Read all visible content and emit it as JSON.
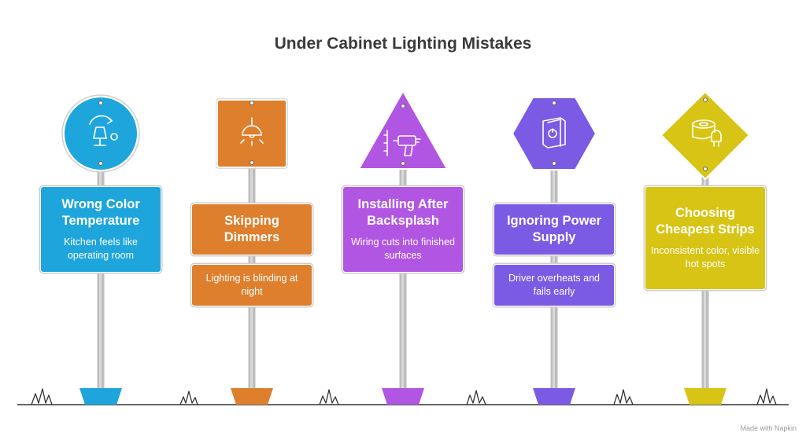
{
  "title": "Under Cabinet Lighting Mistakes",
  "watermark": "Made with Napkin",
  "signs": [
    {
      "heading": "Wrong Color Temperature",
      "description": "Kitchen feels like operating room",
      "color": "#1ea6dc",
      "sign_shape": "circle",
      "icon": "lamp-dial-icon"
    },
    {
      "heading": "Skipping Dimmers",
      "description": "Lighting is blinding at night",
      "color": "#dd7f2c",
      "sign_shape": "square",
      "icon": "pendant-light-icon"
    },
    {
      "heading": "Installing After Backsplash",
      "description": "Wiring cuts into finished surfaces",
      "color": "#b155e3",
      "sign_shape": "triangle",
      "icon": "drill-icon"
    },
    {
      "heading": "Ignoring Power Supply",
      "description": "Driver overheats and fails early",
      "color": "#7b5be3",
      "sign_shape": "hexagon",
      "icon": "power-box-icon"
    },
    {
      "heading": "Choosing Cheapest Strips",
      "description": "Inconsistent color, visible hot spots",
      "color": "#d7c414",
      "sign_shape": "diamond",
      "icon": "led-strip-icon"
    }
  ]
}
